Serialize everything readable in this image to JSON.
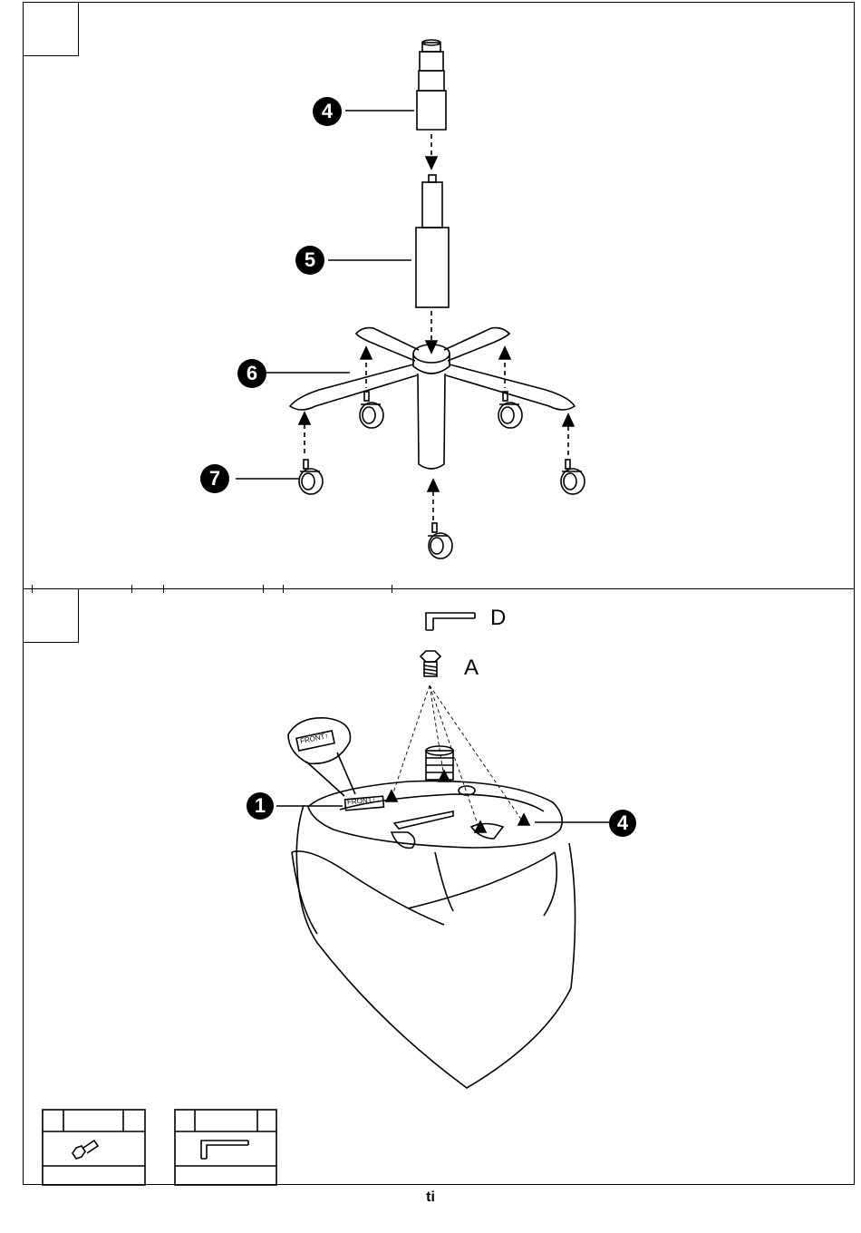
{
  "step1": {
    "callouts": {
      "stem": "4",
      "cylinder": "5",
      "base": "6",
      "caster": "7"
    }
  },
  "step2": {
    "callouts": {
      "mechanism": "1",
      "hole": "4"
    },
    "parts": {
      "allen_key": "D",
      "bolt": "A"
    },
    "label_text": "FRONT↑"
  },
  "page_marker": "ti"
}
